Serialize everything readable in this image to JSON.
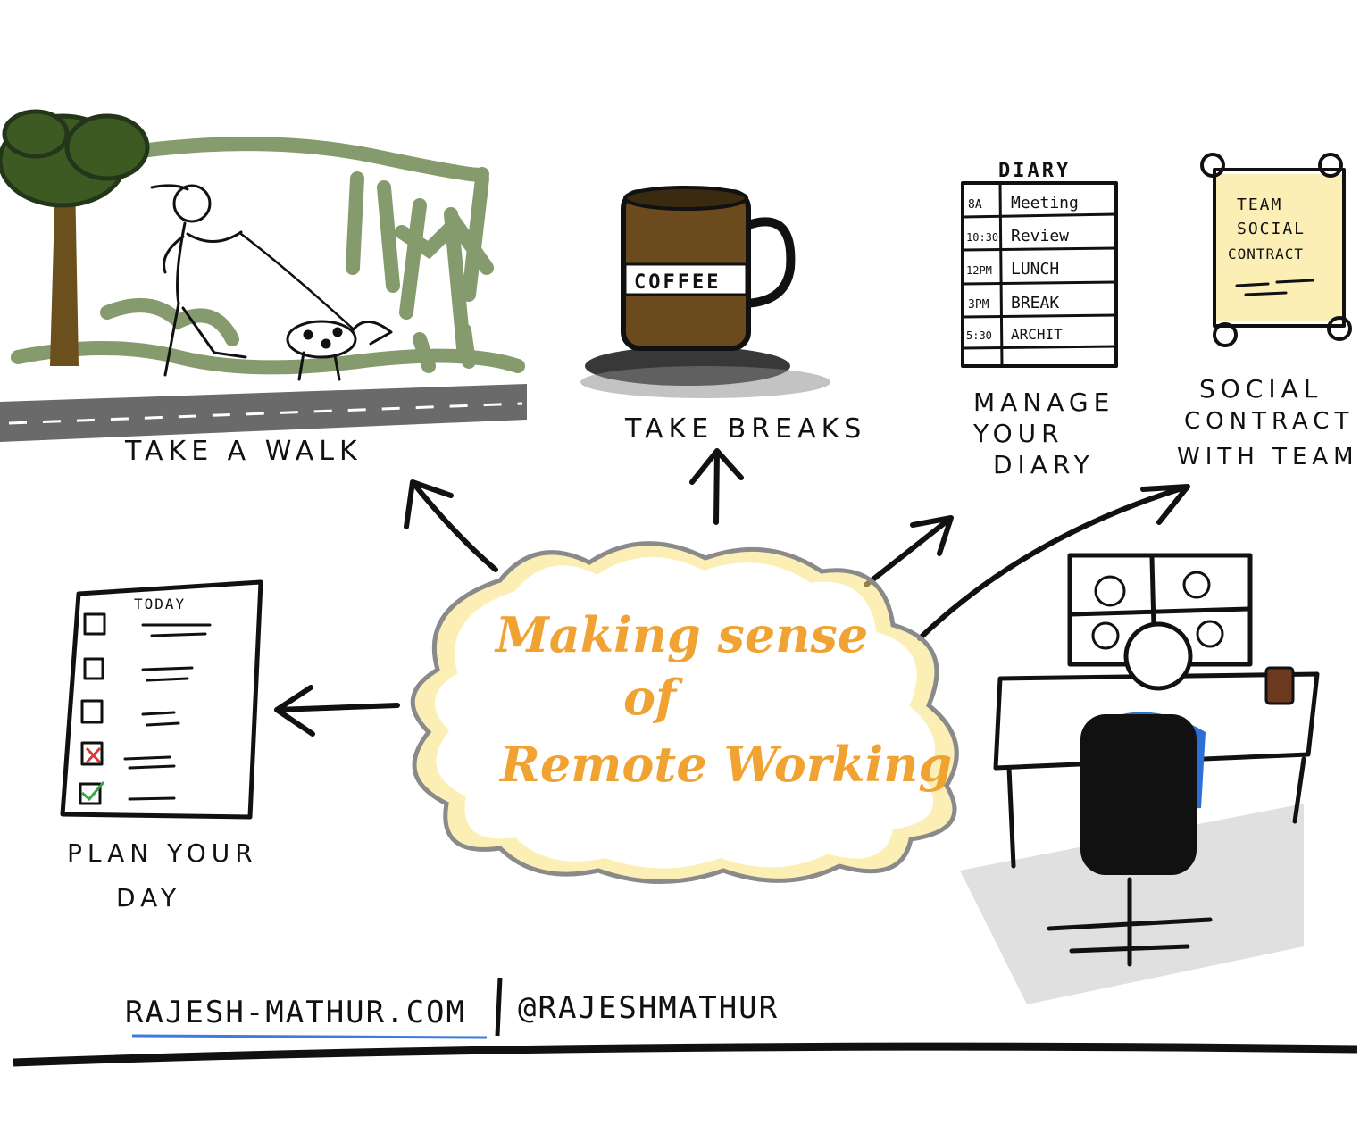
{
  "center_title": {
    "line1": "Making sense",
    "line2": "of",
    "line3": "Remote Working"
  },
  "labels": {
    "walk": "TAKE A WALK",
    "breaks": "TAKE BREAKS",
    "diary_line1": "MANAGE",
    "diary_line2": "YOUR",
    "diary_line3": "DIARY",
    "social_line1": "SOCIAL",
    "social_line2": "CONTRACT",
    "social_line3": "WITH TEAM",
    "plan_line1": "PLAN YOUR",
    "plan_line2": "DAY"
  },
  "mug_label": "COFFEE",
  "diary": {
    "heading": "DIARY",
    "rows": [
      {
        "time": "8A",
        "entry": "Meeting"
      },
      {
        "time": "10:30",
        "entry": "Review"
      },
      {
        "time": "12PM",
        "entry": "LUNCH"
      },
      {
        "time": "3PM",
        "entry": "BREAK"
      },
      {
        "time": "5:30",
        "entry": "ARCHIT"
      }
    ]
  },
  "scroll": {
    "line1": "TEAM",
    "line2": "SOCIAL",
    "line3": "CONTRACT"
  },
  "todo": {
    "heading": "TODAY"
  },
  "footer": {
    "website": "RAJESH-MATHUR.COM",
    "handle": "@RAJESHMATHUR"
  },
  "colors": {
    "title": "#f0a232",
    "cloud_glow": "#f7e27a",
    "cloud_outline": "#8a8a8a",
    "foliage": "#5d7a3e",
    "trunk": "#6b4f1d",
    "coffee": "#6b4a1e",
    "shirt": "#2c6fd6",
    "link_underline": "#3d7be0",
    "road": "#6a6a6a"
  }
}
